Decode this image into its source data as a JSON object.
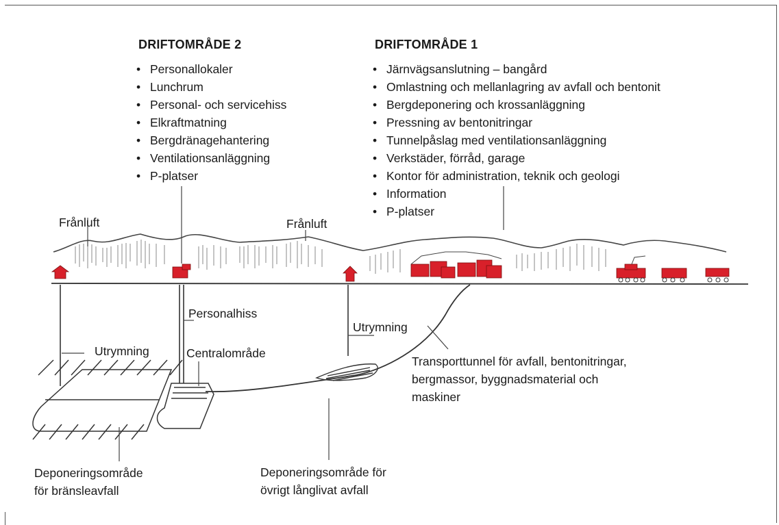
{
  "area2": {
    "title": "DRIFTOMRÅDE 2",
    "items": [
      "Personallokaler",
      "Lunchrum",
      "Personal- och servicehiss",
      "Elkraftmatning",
      "Bergdränagehantering",
      "Ventilationsanläggning",
      "P-platser"
    ]
  },
  "area1": {
    "title": "DRIFTOMRÅDE 1",
    "items": [
      "Järnvägsanslutning – bangård",
      "Omlastning och mellanlagring av avfall och bentonit",
      "Bergdeponering och krossanläggning",
      "Pressning av bentonitringar",
      "Tunnelpåslag med ventilationsanläggning",
      "Verkstäder, förråd, garage",
      "Kontor för administration, teknik och geologi",
      "Information",
      "P-platser"
    ]
  },
  "labels": {
    "franluft_left": "Frånluft",
    "franluft_mid": "Frånluft",
    "personalhiss": "Personalhiss",
    "utrymning_left": "Utrymning",
    "utrymning_right": "Utrymning",
    "centralomrade": "Centralområde",
    "transporttunnel": [
      "Transporttunnel för avfall, bentonitringar,",
      "bergmassor, byggnadsmaterial och",
      "maskiner"
    ],
    "deponering_fuel": [
      "Deponeringsområde",
      "för bränsleavfall"
    ],
    "deponering_other": [
      "Deponeringsområde för",
      "övrigt långlivat avfall"
    ]
  },
  "colors": {
    "buildings": "#d8202a",
    "lines": "#333333",
    "trees": "#8a8a8a"
  }
}
